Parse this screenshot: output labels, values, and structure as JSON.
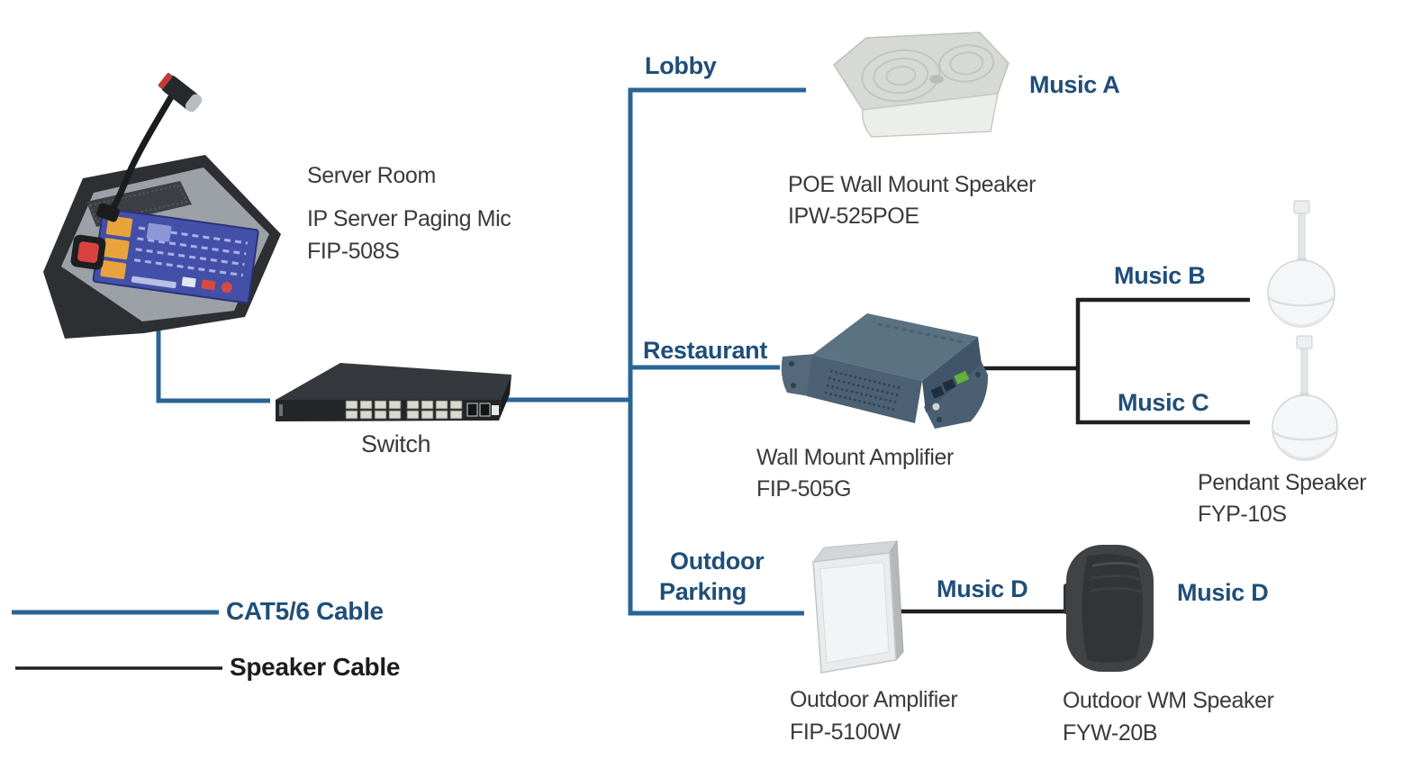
{
  "colors": {
    "blue_line": "#2a6496",
    "blue_text": "#1f4e79",
    "black_line": "#231f20",
    "device_text": "#3a3a3a"
  },
  "server_room": {
    "location_label": "Server Room",
    "device_name": "IP Server Paging Mic",
    "device_model": "FIP-508S"
  },
  "network": {
    "switch_label": "Switch"
  },
  "zones": {
    "lobby": {
      "name": "Lobby",
      "channel": "Music A",
      "speaker_name": "POE Wall Mount Speaker",
      "speaker_model": "IPW-525POE"
    },
    "restaurant": {
      "name": "Restaurant",
      "amplifier_name": "Wall Mount Amplifier",
      "amplifier_model": "FIP-505G",
      "channel_b": "Music B",
      "channel_c": "Music C",
      "pendant_name": "Pendant Speaker",
      "pendant_model": "FYP-10S"
    },
    "outdoor_parking": {
      "name_line1": "Outdoor",
      "name_line2": "Parking",
      "amplifier_name": "Outdoor Amplifier",
      "amplifier_model": "FIP-5100W",
      "amp_channel": "Music D",
      "speaker_name": "Outdoor WM Speaker",
      "speaker_model": "FYW-20B",
      "speaker_channel": "Music D"
    }
  },
  "legend": {
    "cat_cable_label": "CAT5/6 Cable",
    "speaker_cable_label": "Speaker Cable"
  }
}
